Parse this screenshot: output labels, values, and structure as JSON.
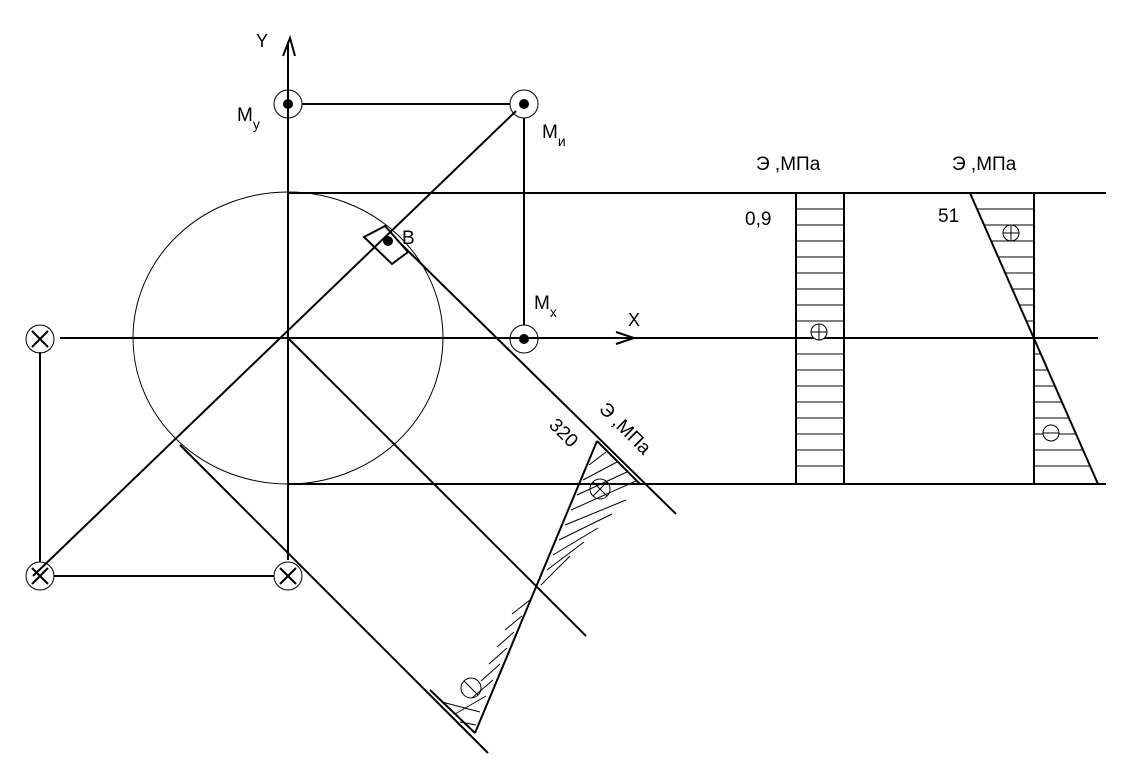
{
  "axes": {
    "y": "Y",
    "x": "X"
  },
  "moments": {
    "my": {
      "main": "M",
      "sub": "y"
    },
    "mi": {
      "main": "M",
      "sub": "и"
    },
    "mx": {
      "main": "M",
      "sub": "x"
    }
  },
  "point_label": "B",
  "stress_diagrams": {
    "center": {
      "title": "Э  ,МПа",
      "value": "0,9"
    },
    "right": {
      "title": "Э  ,МПа",
      "value": "51"
    },
    "rotated": {
      "title": "Э  ,МПа",
      "value": "320"
    }
  },
  "icons": [
    "dot-in-circle-icon",
    "cross-in-circle-icon",
    "plus-in-circle-icon",
    "minus-in-circle-icon"
  ]
}
